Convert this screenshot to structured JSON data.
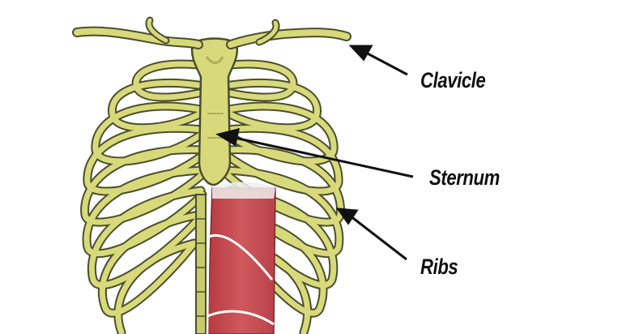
{
  "diagram": {
    "subject": "Rib cage anatomy (anterior view)",
    "labels": [
      {
        "id": "clavicle",
        "text": "Clavicle"
      },
      {
        "id": "sternum",
        "text": "Sternum"
      },
      {
        "id": "ribs",
        "text": "Ribs"
      }
    ],
    "colors": {
      "bone": "#d8d97a",
      "bone_shadow": "#8f9447",
      "bone_outline": "#4a4f2c",
      "muscle": "#c0454a",
      "muscle_light": "#d9767a",
      "arrow": "#111111",
      "background": "#ffffff"
    }
  }
}
